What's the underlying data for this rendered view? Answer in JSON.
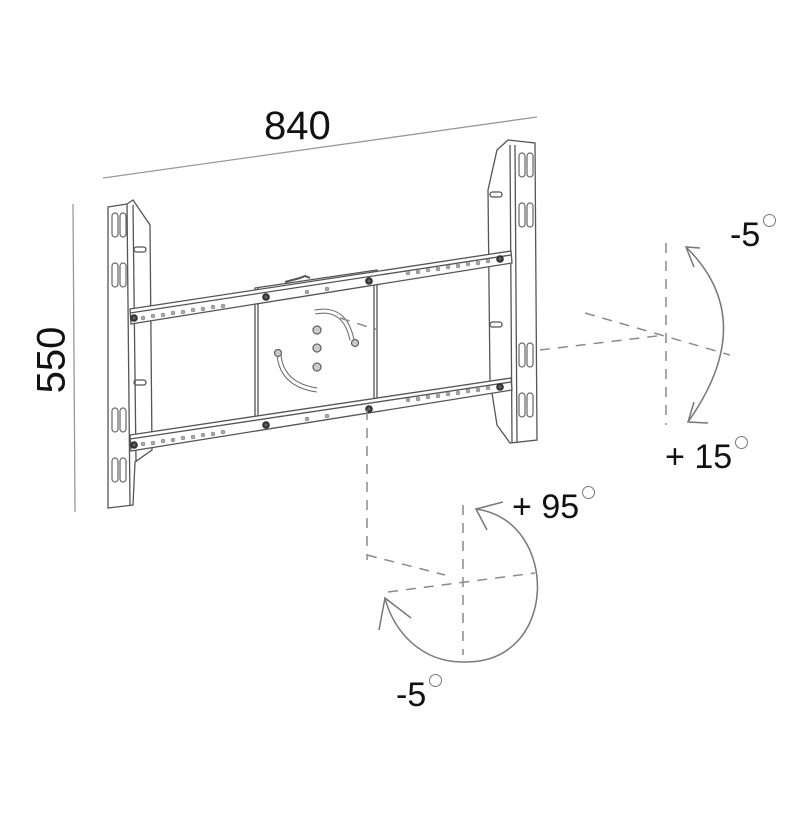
{
  "diagram": {
    "title": "TV wall mount bracket with tilt and swivel ranges",
    "dimensions": {
      "width": {
        "value": "840"
      },
      "height": {
        "value": "550"
      }
    },
    "tilt": {
      "up": {
        "sign": "-",
        "value": "5"
      },
      "down": {
        "sign": "+ ",
        "value": "15"
      }
    },
    "swivel": {
      "left": {
        "sign": "-",
        "value": "5"
      },
      "right": {
        "sign": "+ ",
        "value": "95"
      }
    },
    "colors": {
      "line": "#555555",
      "dashed": "#8a8a8a",
      "text": "#111111",
      "background": "#ffffff"
    }
  }
}
